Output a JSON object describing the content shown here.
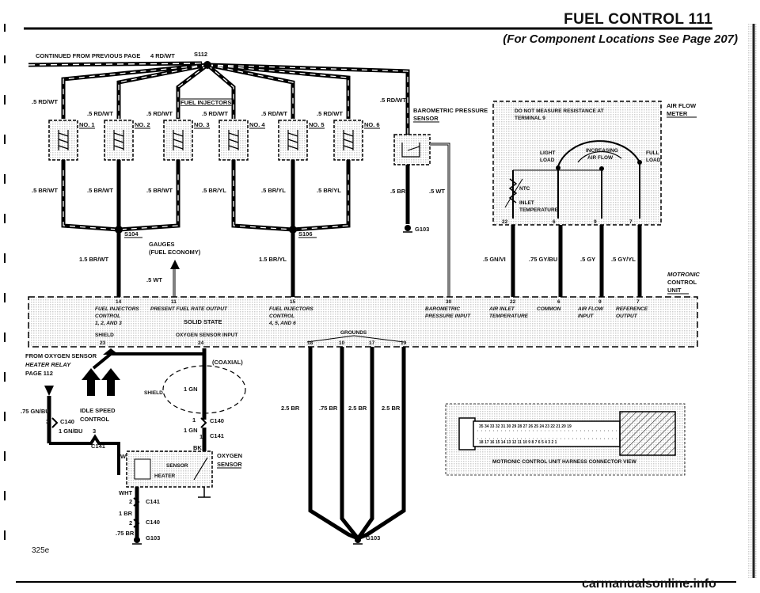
{
  "header": {
    "title": "FUEL CONTROL 111",
    "subtitle": "(For Component Locations See Page 207)"
  },
  "page_code": "325e",
  "top": {
    "continued": "CONTINUED FROM PREVIOUS PAGE",
    "supply_wire": "4 RD/WT",
    "splice": "S112"
  },
  "injectors": {
    "group_label": "FUEL INJECTORS",
    "items": [
      {
        "no": "NO. 1",
        "in": ".5 RD/WT",
        "out": ".5 BR/WT"
      },
      {
        "no": "NO. 2",
        "in": ".5 RD/WT",
        "out": ".5 BR/WT"
      },
      {
        "no": "NO. 3",
        "in": ".5 RD/WT",
        "out": ".5 BR/WT"
      },
      {
        "no": "NO. 4",
        "in": ".5 RD/WT",
        "out": ".5 BR/YL"
      },
      {
        "no": "NO. 5",
        "in": ".5 RD/WT",
        "out": ".5 BR/YL"
      },
      {
        "no": "NO. 6",
        "in": ".5 RD/WT",
        "out": ".5 BR/YL"
      }
    ],
    "left_in": ".5 RD/WT",
    "left_out": ".5 BR/WT"
  },
  "baro": {
    "name1": "BAROMETRIC PRESSURE",
    "name2": "SENSOR",
    "in": ".5 RD/WT",
    "br": ".5 BR",
    "wt": ".5 WT",
    "ground": "G103"
  },
  "afm": {
    "name1": "AIR FLOW",
    "name2": "METER",
    "note1": "DO NOT MEASURE RESISTANCE AT",
    "note2": "TERMINAL 9",
    "light1": "LIGHT",
    "light2": "LOAD",
    "increasing1": "INCREASING",
    "increasing2": "AIR FLOW",
    "full1": "FULL",
    "full2": "LOAD",
    "ntc": "NTC",
    "inlet1": "INLET",
    "inlet2": "TEMPERATURE",
    "pins": [
      "22",
      "6",
      "9",
      "7"
    ],
    "wires": [
      ".5 GN/VI",
      ".75 GY/BU",
      ".5 GY",
      ".5 GY/YL"
    ]
  },
  "splices": {
    "s104": "S104",
    "s106": "S106",
    "w_s104": "1.5 BR/WT",
    "w_s106": "1.5 BR/YL"
  },
  "gauges": {
    "label1": "GAUGES",
    "label2": "(FUEL ECONOMY)",
    "wire": ".5 WT"
  },
  "ecu": {
    "name1": "MOTRONIC",
    "name2": "CONTROL",
    "name3": "UNIT",
    "solid_state": "SOLID STATE",
    "grounds": "GROUNDS",
    "oxygen_input": "OXYGEN SENSOR INPUT",
    "shield": "SHIELD",
    "pins": [
      {
        "num": "14",
        "l1": "FUEL INJECTORS",
        "l2": "CONTROL",
        "l3": "1, 2, AND 3"
      },
      {
        "num": "11",
        "l1": "PRESENT FUEL RATE OUTPUT",
        "l2": "",
        "l3": ""
      },
      {
        "num": "15",
        "l1": "FUEL INJECTORS",
        "l2": "CONTROL",
        "l3": "4, 5, AND 6"
      },
      {
        "num": "30",
        "l1": "BAROMETRIC",
        "l2": "PRESSURE INPUT",
        "l3": ""
      },
      {
        "num": "22",
        "l1": "AIR INLET",
        "l2": "TEMPERATURE",
        "l3": ""
      },
      {
        "num": "6",
        "l1": "COMMON",
        "l2": "",
        "l3": ""
      },
      {
        "num": "9",
        "l1": "AIR FLOW",
        "l2": "INPUT",
        "l3": ""
      },
      {
        "num": "7",
        "l1": "REFERENCE",
        "l2": "OUTPUT",
        "l3": ""
      }
    ],
    "pin23": "23",
    "pin24": "24",
    "ground_pins": [
      "18",
      "10",
      "17",
      "19"
    ]
  },
  "lower_left": {
    "from1": "FROM OXYGEN SENSOR",
    "from2": "HEATER RELAY",
    "from3": "PAGE 112",
    "wire1": ".75 GN/BU",
    "pin3a": "3",
    "c140a": "C140",
    "wire2": "1 GN/BU",
    "pin3b": "3",
    "c141a": "C141",
    "idle1": "IDLE SPEED",
    "idle2": "CONTROL",
    "wht": "WHT",
    "coaxial": "(COAXIAL)",
    "shield": "SHIELD",
    "gn_a": "1 GN",
    "pin1a": "1",
    "c140b": "C140",
    "gn_b": "1 GN",
    "pin1b": "1",
    "c141b": "C141",
    "bk": "BK",
    "sensor": "SENSOR",
    "heater": "HEATER",
    "o2_1": "OXYGEN",
    "o2_2": "SENSOR",
    "wht2": "WHT",
    "pin2a": "2",
    "c141c": "C141",
    "br1": "1 BR",
    "pin2b": "2",
    "c140c": "C140",
    "br75": ".75 BR",
    "g103": "G103"
  },
  "grounds_bundle": {
    "wires": [
      "2.5 BR",
      ".75 BR",
      "2.5 BR",
      "2.5 BR"
    ],
    "ground": "G103"
  },
  "connector_view": {
    "caption": "MOTRONIC CONTROL UNIT HARNESS CONNECTOR VIEW",
    "top_pins": "35 34 33 32 31 30 29 28 27 26 25 24 23 22 21 20 19",
    "bottom_pins": "18 17 16 15 14 13 12 11 10 9 8 7 6 5 4 3 2 1"
  },
  "footer": "carmanualsonline.info"
}
